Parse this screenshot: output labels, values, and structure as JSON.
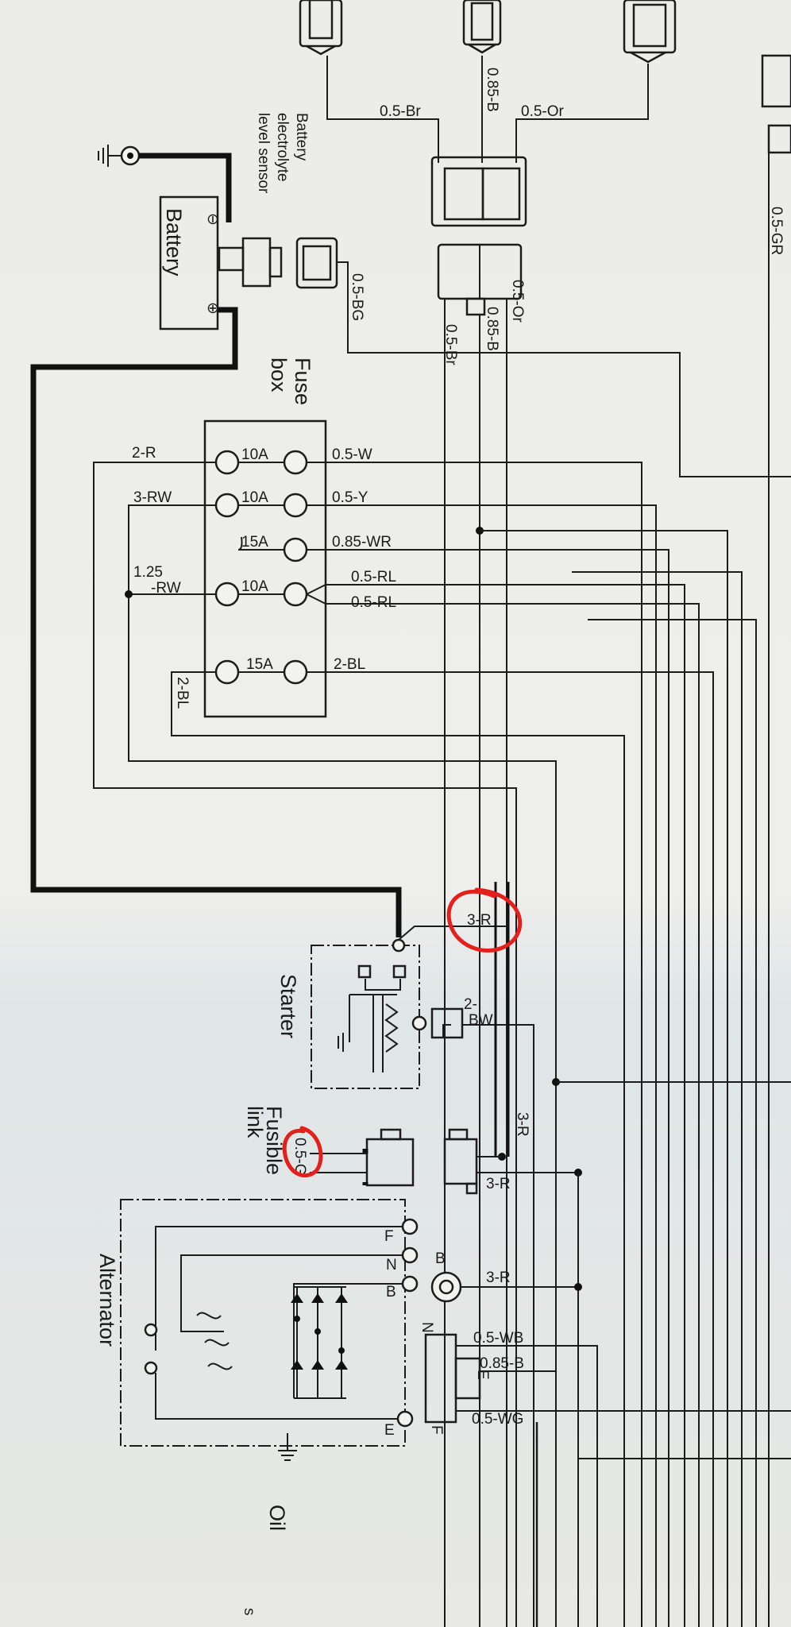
{
  "components": {
    "battery_sensor": "Battery electrolyte level sensor",
    "battery": "Battery",
    "fuse_box": "Fuse box",
    "starter": "Starter",
    "fusible_link": "Fusible link",
    "alternator": "Alternator",
    "oil": "Oil",
    "oil_s": "s"
  },
  "wires": {
    "br_top": "0.5-Br",
    "b_top": "0.85-B",
    "or_top": "0.5-Or",
    "gr": "0.5-GR",
    "bg": "0.5-BG",
    "or2": "0.5-Or",
    "b2": "0.85-B",
    "br2": "0.5-Br",
    "r2": "2-R",
    "rw3": "3-RW",
    "rw125a": "1.25",
    "rw125b": "-RW",
    "bl2_left": "2-BL",
    "w05": "0.5-W",
    "y05": "0.5-Y",
    "wr085": "0.85-WR",
    "rl1": "0.5-RL",
    "rl2": "0.5-RL",
    "bl2_right": "2-BL",
    "r3_starter": "3-R",
    "bw2a": "2-",
    "bw2b": "BW",
    "r3_vert": "3-R",
    "r3_link": "3-R",
    "g05": "0.5-G",
    "r3_alt": "3-R",
    "wb05": "0.5-WB",
    "b085_alt": "0.85-B",
    "wg05": "0.5-WG"
  },
  "fuses": [
    "10A",
    "10A",
    "15A",
    "10A",
    "15A"
  ],
  "terminals": {
    "f": "F",
    "n": "N",
    "b": "B",
    "e": "E",
    "b_big": "B",
    "n_reg": "N",
    "e_reg": "E",
    "f_reg": "F"
  },
  "symbols": {
    "minus": "⊖",
    "plus": "⊕"
  },
  "colors": {
    "wire": "#1c1c1c",
    "highlight": "#e3201b",
    "paper": "#ececea"
  }
}
